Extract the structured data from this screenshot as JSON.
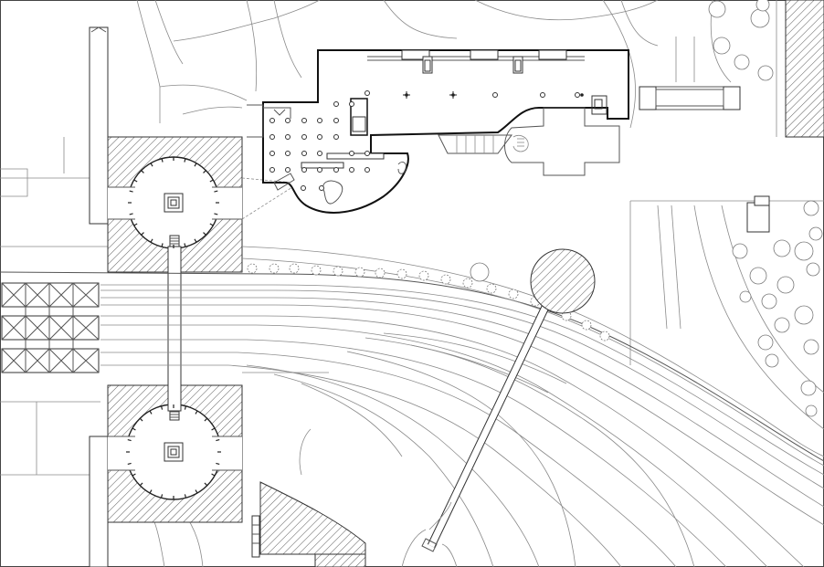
{
  "drawing": {
    "kind": "architectural-site-plan",
    "colors": {
      "background": "#ffffff",
      "line": "#555555",
      "hatch": "#333333"
    },
    "features": [
      "pavilion-building",
      "twin-circular-plazas",
      "railway-tracks",
      "curved-roadway",
      "tree-rows",
      "footbridge",
      "circular-platform"
    ]
  }
}
